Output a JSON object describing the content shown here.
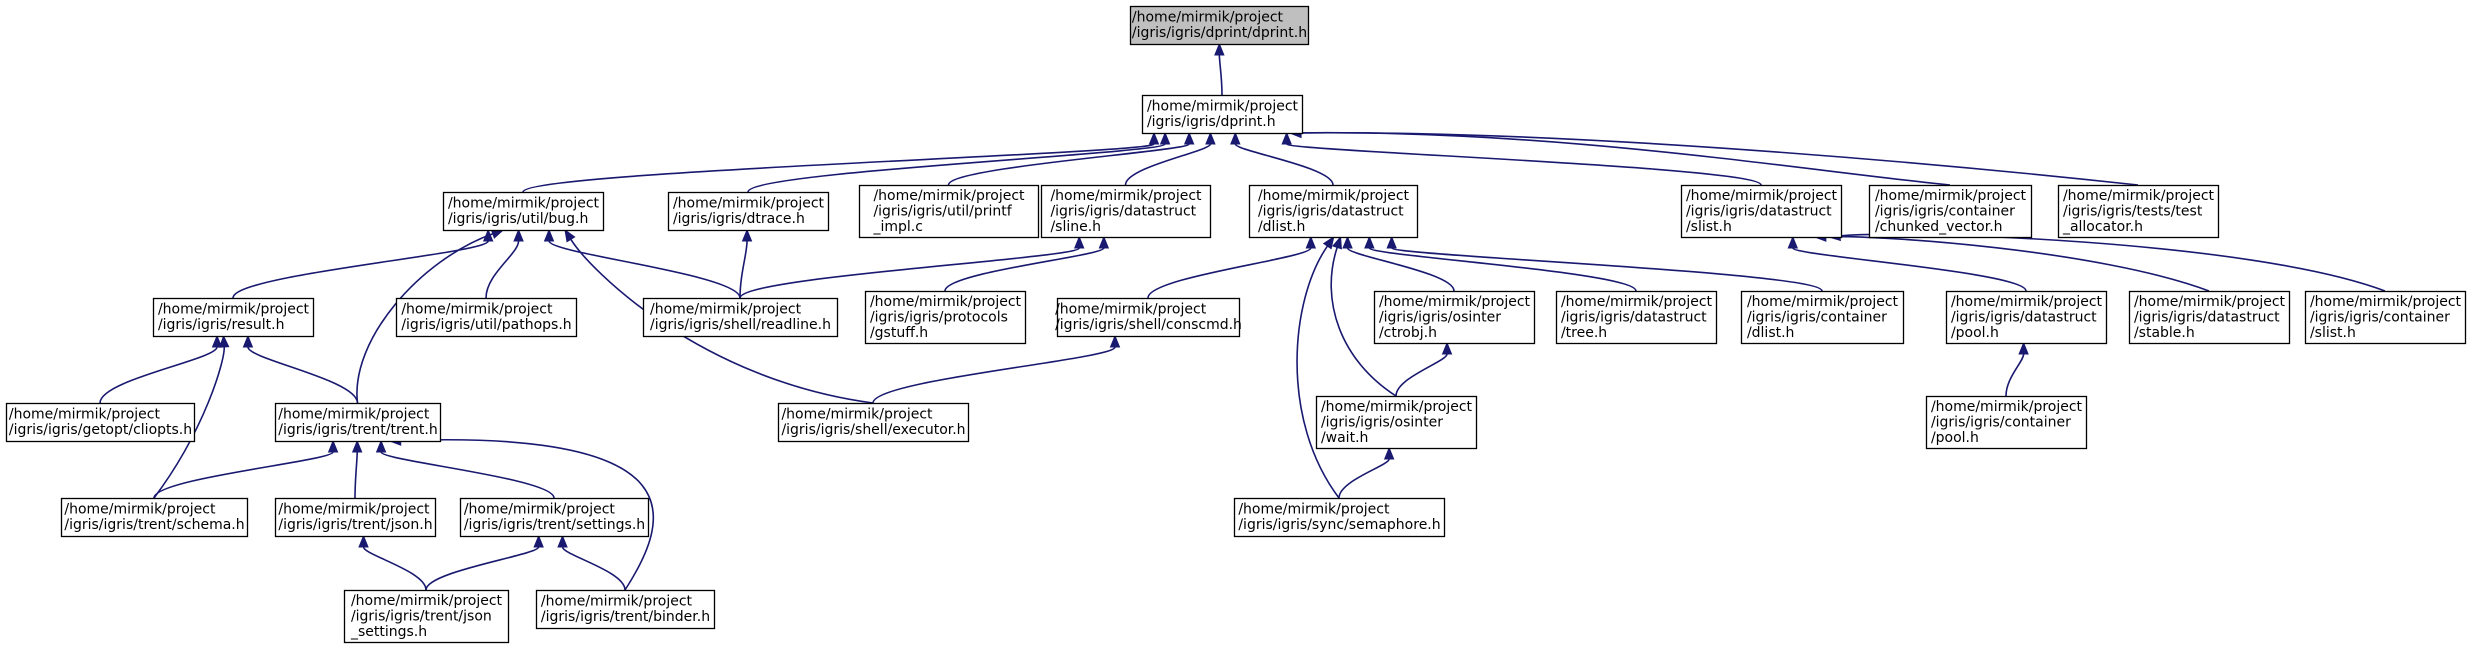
{
  "nodes": [
    {
      "id": "root",
      "lines": [
        "/home/mirmik/project",
        "/igris/igris/dprint/dprint.h"
      ],
      "highlight": true
    },
    {
      "id": "dprint",
      "lines": [
        "/home/mirmik/project",
        "/igris/igris/dprint.h"
      ]
    },
    {
      "id": "bug",
      "lines": [
        "/home/mirmik/project",
        "/igris/igris/util/bug.h"
      ]
    },
    {
      "id": "dtrace",
      "lines": [
        "/home/mirmik/project",
        "/igris/igris/dtrace.h"
      ]
    },
    {
      "id": "printf_impl",
      "lines": [
        "/home/mirmik/project",
        "/igris/igris/util/printf",
        "_impl.c"
      ]
    },
    {
      "id": "sline",
      "lines": [
        "/home/mirmik/project",
        "/igris/igris/datastruct",
        "/sline.h"
      ]
    },
    {
      "id": "dlist",
      "lines": [
        "/home/mirmik/project",
        "/igris/igris/datastruct",
        "/dlist.h"
      ]
    },
    {
      "id": "slist",
      "lines": [
        "/home/mirmik/project",
        "/igris/igris/datastruct",
        "/slist.h"
      ]
    },
    {
      "id": "chunked_vector",
      "lines": [
        "/home/mirmik/project",
        "/igris/igris/container",
        "/chunked_vector.h"
      ]
    },
    {
      "id": "test_allocator",
      "lines": [
        "/home/mirmik/project",
        "/igris/igris/tests/test",
        "_allocator.h"
      ]
    },
    {
      "id": "result",
      "lines": [
        "/home/mirmik/project",
        "/igris/igris/result.h"
      ]
    },
    {
      "id": "pathops",
      "lines": [
        "/home/mirmik/project",
        "/igris/igris/util/pathops.h"
      ]
    },
    {
      "id": "readline",
      "lines": [
        "/home/mirmik/project",
        "/igris/igris/shell/readline.h"
      ]
    },
    {
      "id": "gstuff",
      "lines": [
        "/home/mirmik/project",
        "/igris/igris/protocols",
        "/gstuff.h"
      ]
    },
    {
      "id": "conscmd",
      "lines": [
        "/home/mirmik/project",
        "/igris/igris/shell/conscmd.h"
      ]
    },
    {
      "id": "ctrobj",
      "lines": [
        "/home/mirmik/project",
        "/igris/igris/osinter",
        "/ctrobj.h"
      ]
    },
    {
      "id": "tree",
      "lines": [
        "/home/mirmik/project",
        "/igris/igris/datastruct",
        "/tree.h"
      ]
    },
    {
      "id": "cdlist",
      "lines": [
        "/home/mirmik/project",
        "/igris/igris/container",
        "/dlist.h"
      ]
    },
    {
      "id": "pool",
      "lines": [
        "/home/mirmik/project",
        "/igris/igris/datastruct",
        "/pool.h"
      ]
    },
    {
      "id": "stable",
      "lines": [
        "/home/mirmik/project",
        "/igris/igris/datastruct",
        "/stable.h"
      ]
    },
    {
      "id": "cslist",
      "lines": [
        "/home/mirmik/project",
        "/igris/igris/container",
        "/slist.h"
      ]
    },
    {
      "id": "cliopts",
      "lines": [
        "/home/mirmik/project",
        "/igris/igris/getopt/cliopts.h"
      ]
    },
    {
      "id": "trent",
      "lines": [
        "/home/mirmik/project",
        "/igris/igris/trent/trent.h"
      ]
    },
    {
      "id": "executor",
      "lines": [
        "/home/mirmik/project",
        "/igris/igris/shell/executor.h"
      ]
    },
    {
      "id": "wait",
      "lines": [
        "/home/mirmik/project",
        "/igris/igris/osinter",
        "/wait.h"
      ]
    },
    {
      "id": "cpool",
      "lines": [
        "/home/mirmik/project",
        "/igris/igris/container",
        "/pool.h"
      ]
    },
    {
      "id": "schema",
      "lines": [
        "/home/mirmik/project",
        "/igris/igris/trent/schema.h"
      ]
    },
    {
      "id": "json",
      "lines": [
        "/home/mirmik/project",
        "/igris/igris/trent/json.h"
      ]
    },
    {
      "id": "settings",
      "lines": [
        "/home/mirmik/project",
        "/igris/igris/trent/settings.h"
      ]
    },
    {
      "id": "semaphore",
      "lines": [
        "/home/mirmik/project",
        "/igris/igris/sync/semaphore.h"
      ]
    },
    {
      "id": "json_settings",
      "lines": [
        "/home/mirmik/project",
        "/igris/igris/trent/json",
        "_settings.h"
      ]
    },
    {
      "id": "binder",
      "lines": [
        "/home/mirmik/project",
        "/igris/igris/trent/binder.h"
      ]
    }
  ],
  "edges": [
    {
      "from": "dprint",
      "to": "root"
    },
    {
      "from": "bug",
      "to": "dprint"
    },
    {
      "from": "dtrace",
      "to": "dprint"
    },
    {
      "from": "printf_impl",
      "to": "dprint"
    },
    {
      "from": "sline",
      "to": "dprint"
    },
    {
      "from": "dlist",
      "to": "dprint"
    },
    {
      "from": "slist",
      "to": "dprint"
    },
    {
      "from": "chunked_vector",
      "to": "dprint"
    },
    {
      "from": "test_allocator",
      "to": "dprint"
    },
    {
      "from": "result",
      "to": "bug"
    },
    {
      "from": "trent",
      "to": "bug"
    },
    {
      "from": "pathops",
      "to": "bug"
    },
    {
      "from": "readline",
      "to": "bug"
    },
    {
      "from": "executor",
      "to": "bug"
    },
    {
      "from": "readline",
      "to": "dtrace"
    },
    {
      "from": "readline",
      "to": "sline"
    },
    {
      "from": "gstuff",
      "to": "sline"
    },
    {
      "from": "conscmd",
      "to": "dlist"
    },
    {
      "from": "ctrobj",
      "to": "dlist"
    },
    {
      "from": "tree",
      "to": "dlist"
    },
    {
      "from": "cdlist",
      "to": "dlist"
    },
    {
      "from": "wait",
      "to": "dlist"
    },
    {
      "from": "semaphore",
      "to": "dlist"
    },
    {
      "from": "pool",
      "to": "slist"
    },
    {
      "from": "stable",
      "to": "slist"
    },
    {
      "from": "cslist",
      "to": "slist"
    },
    {
      "from": "cliopts",
      "to": "result"
    },
    {
      "from": "trent",
      "to": "result"
    },
    {
      "from": "schema",
      "to": "result"
    },
    {
      "from": "executor",
      "to": "conscmd"
    },
    {
      "from": "wait",
      "to": "ctrobj"
    },
    {
      "from": "semaphore",
      "to": "wait"
    },
    {
      "from": "cpool",
      "to": "pool"
    },
    {
      "from": "schema",
      "to": "trent"
    },
    {
      "from": "json",
      "to": "trent"
    },
    {
      "from": "settings",
      "to": "trent"
    },
    {
      "from": "binder",
      "to": "trent"
    },
    {
      "from": "json_settings",
      "to": "json"
    },
    {
      "from": "json_settings",
      "to": "settings"
    },
    {
      "from": "binder",
      "to": "settings"
    }
  ]
}
